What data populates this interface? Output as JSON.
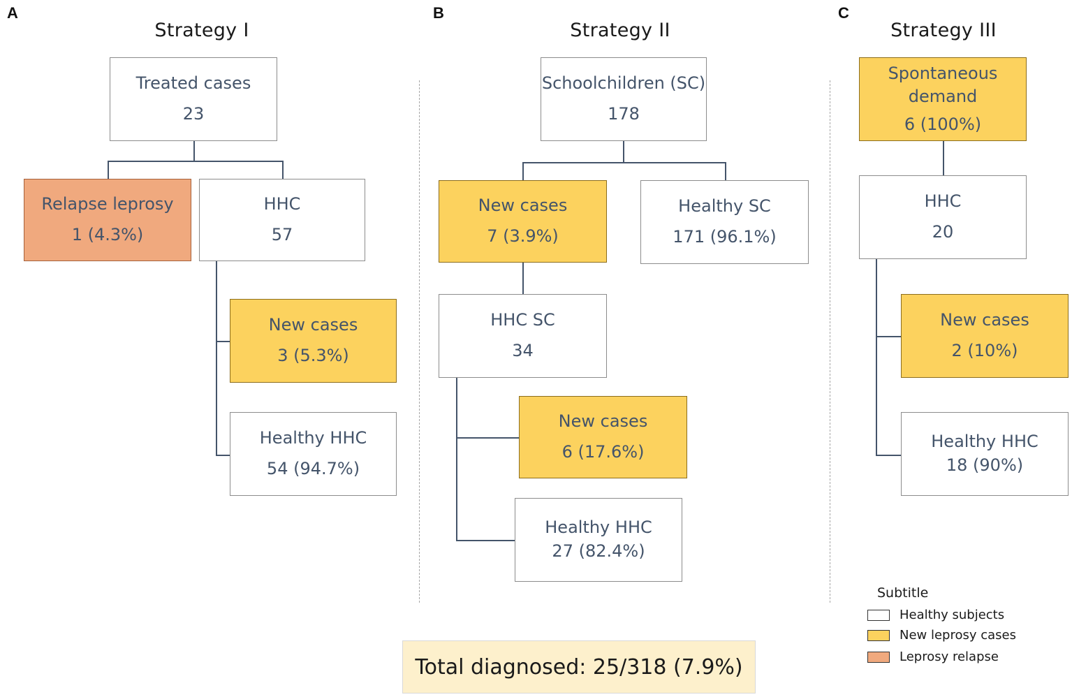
{
  "panels": {
    "a": {
      "letter": "A",
      "title": "Strategy I",
      "root": {
        "label": "Treated cases",
        "value": "23"
      },
      "relapse": {
        "label": "Relapse leprosy",
        "value": "1 (4.3%)"
      },
      "hhc": {
        "label": "HHC",
        "value": "57"
      },
      "new_cases": {
        "label": "New cases",
        "value": "3 (5.3%)"
      },
      "healthy_hhc": {
        "label": "Healthy HHC",
        "value": "54 (94.7%)"
      }
    },
    "b": {
      "letter": "B",
      "title": "Strategy II",
      "root": {
        "label": "Schoolchildren (SC)",
        "value": "178"
      },
      "new_cases": {
        "label": "New cases",
        "value": "7 (3.9%)"
      },
      "healthy_sc": {
        "label": "Healthy SC",
        "value": "171 (96.1%)"
      },
      "hhc_sc": {
        "label": "HHC SC",
        "value": "34"
      },
      "new_cases_hhc": {
        "label": "New cases",
        "value": "6 (17.6%)"
      },
      "healthy_hhc": {
        "label": "Healthy HHC",
        "value": "27 (82.4%)"
      }
    },
    "c": {
      "letter": "C",
      "title": "Strategy III",
      "root": {
        "label": "Spontaneous demand",
        "value": "6 (100%)"
      },
      "hhc": {
        "label": "HHC",
        "value": "20"
      },
      "new_cases": {
        "label": "New cases",
        "value": "2 (10%)"
      },
      "healthy_hhc": {
        "label": "Healthy HHC",
        "value": "18 (90%)"
      }
    }
  },
  "legend": {
    "title": "Subtitle",
    "items": [
      {
        "label": "Healthy subjects",
        "color": "#ffffff"
      },
      {
        "label": "New leprosy cases",
        "color": "#fcd25e"
      },
      {
        "label": "Leprosy relapse",
        "color": "#f0a97e"
      }
    ]
  },
  "total": "Total diagnosed: 25/318 (7.9%)",
  "colors": {
    "healthy": "#ffffff",
    "new_case": "#fcd25e",
    "relapse": "#f0a97e",
    "total_bg": "#fdf0cc",
    "text": "#44546a",
    "connector": "#44546a"
  }
}
